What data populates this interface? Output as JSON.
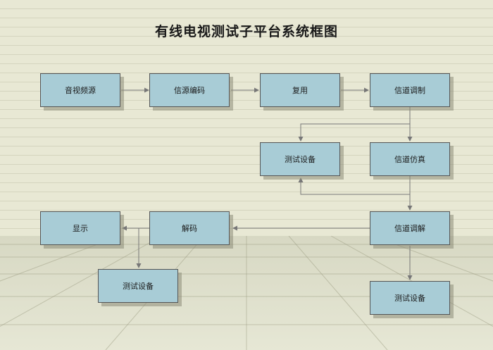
{
  "title": "有线电视测试子平台系统框图",
  "nodes": {
    "av_source": "音视频源",
    "source_coding": "信源编码",
    "multiplex": "复用",
    "channel_modulation": "信道调制",
    "test_equipment_1": "测试设备",
    "channel_simulation": "信道仿真",
    "display": "显示",
    "decoding": "解码",
    "channel_demodulation": "信道调解",
    "test_equipment_2": "测试设备",
    "test_equipment_3": "测试设备"
  },
  "colors": {
    "box_fill": "#a8ccd6",
    "box_border": "#555555",
    "connector": "#777777"
  }
}
